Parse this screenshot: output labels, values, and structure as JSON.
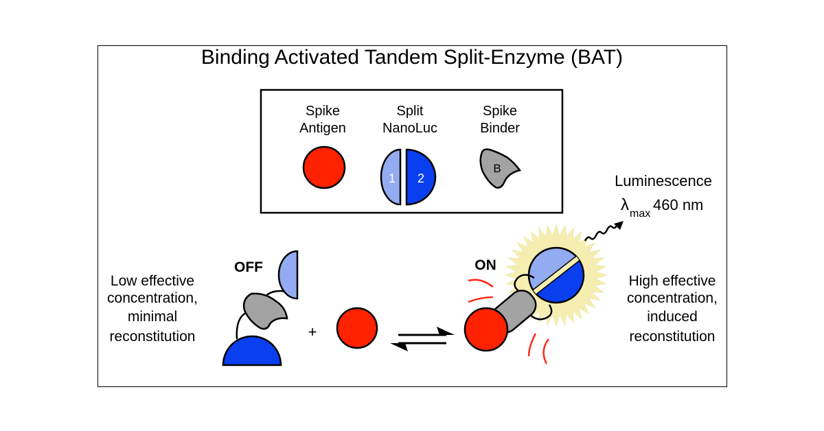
{
  "title": "Binding Activated Tandem Split-Enzyme (BAT)",
  "legend": {
    "spike_antigen": {
      "line1": "Spike",
      "line2": "Antigen"
    },
    "split_nanoluc": {
      "line1": "Split",
      "line2": "NanoLuc",
      "part1": "1",
      "part2": "2"
    },
    "spike_binder": {
      "line1": "Spike",
      "line2": "Binder",
      "letter": "B"
    }
  },
  "luminescence": {
    "label": "Luminescence",
    "lambda": "λ",
    "subscript": "max",
    "value": "460 nm"
  },
  "off_state": {
    "label": "OFF",
    "caption": [
      "Low effective",
      "concentration,",
      "minimal",
      "reconstitution"
    ]
  },
  "on_state": {
    "label": "ON",
    "caption": [
      "High effective",
      "concentration,",
      "induced",
      "reconstitution"
    ]
  },
  "plus": "+",
  "colors": {
    "antigen_red": "#ff2200",
    "nanoluc_part2_blue": "#0a3ff0",
    "nanoluc_part1_lightblue": "#93abf0",
    "binder_gray": "#a3a3a3",
    "glow_yellow": "#f5eeb0"
  }
}
